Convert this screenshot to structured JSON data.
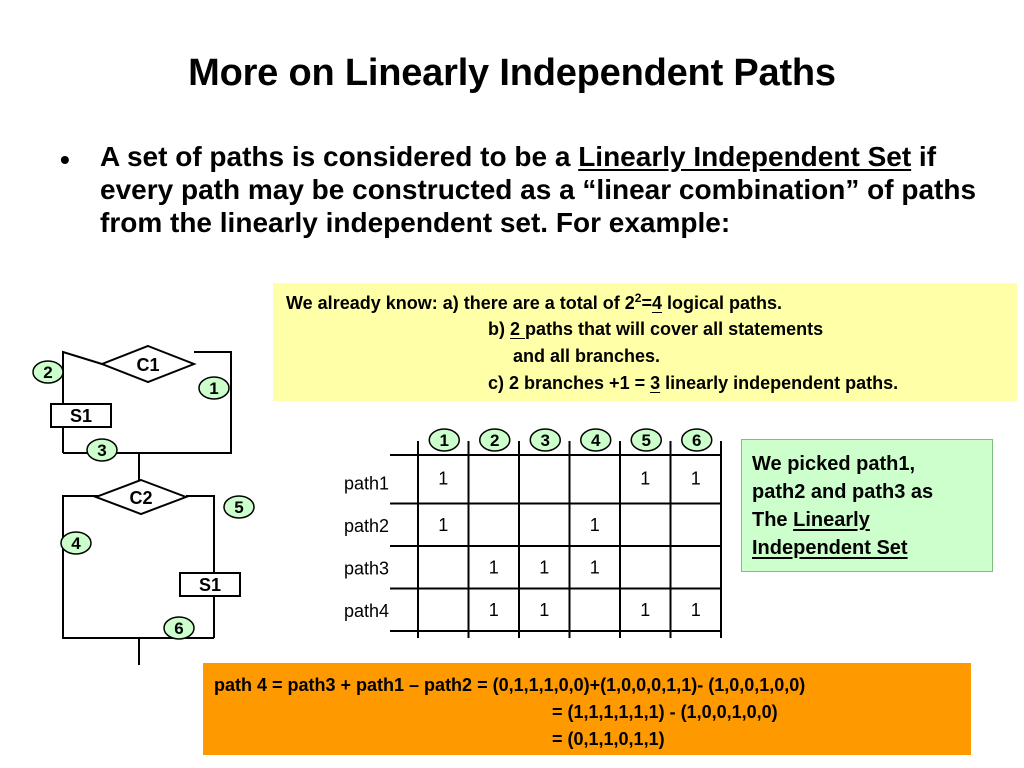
{
  "slide": {
    "title": "More on Linearly Independent Paths",
    "bullet_glyph": "•",
    "bullet": {
      "pre": "A set of paths is considered to be a ",
      "term": "Linearly Independent Set",
      "post": " if every path may be constructed as a “linear combination” of paths from the linearly independent set. For example:"
    }
  },
  "known_box": {
    "line1_pre": "We already know: a) there are a total of 2",
    "line1_sup": "2",
    "line1_eq": "=",
    "line1_num": "4",
    "line1_post": " logical paths.",
    "line2_pre": "b) ",
    "line2_num": "2 ",
    "line2_post": "paths that will cover all statements",
    "line3": "and all branches.",
    "line4_pre": "c) 2 branches +1 = ",
    "line4_num": "3",
    "line4_post": " linearly independent paths."
  },
  "picked_box": {
    "line1": "We picked path1,",
    "line2": "path2 and path3 as",
    "line3_pre": "The ",
    "line3_term": "Linearly",
    "line4_term": "Independent Set"
  },
  "equation_box": {
    "line1": "path 4 = path3 + path1 – path2 = (0,1,1,1,0,0)+(1,0,0,0,1,1)- (1,0,0,1,0,0)",
    "line2": "= (1,1,1,1,1,1)  -  (1,0,0,1,0,0)",
    "line3": "=  (0,1,1,0,1,1)"
  },
  "flow": {
    "decision1": "C1",
    "decision2": "C2",
    "stmt1": "S1",
    "stmt2": "S1",
    "edges": [
      "1",
      "2",
      "3",
      "4",
      "5",
      "6"
    ]
  },
  "table": {
    "columns": [
      "1",
      "2",
      "3",
      "4",
      "5",
      "6"
    ],
    "rows": [
      {
        "label": "path1",
        "cells": [
          "1",
          "",
          "",
          "",
          "1",
          "1"
        ]
      },
      {
        "label": "path2",
        "cells": [
          "1",
          "",
          "",
          "1",
          "",
          ""
        ]
      },
      {
        "label": "path3",
        "cells": [
          "",
          "1",
          "1",
          "1",
          "",
          ""
        ]
      },
      {
        "label": "path4",
        "cells": [
          "",
          "1",
          "1",
          "",
          "1",
          "1"
        ]
      }
    ]
  },
  "colors": {
    "circle_fill": "#ccffcc",
    "yellow_box": "#ffffa8",
    "green_box": "#ccffcc",
    "orange_box": "#ff9900"
  }
}
